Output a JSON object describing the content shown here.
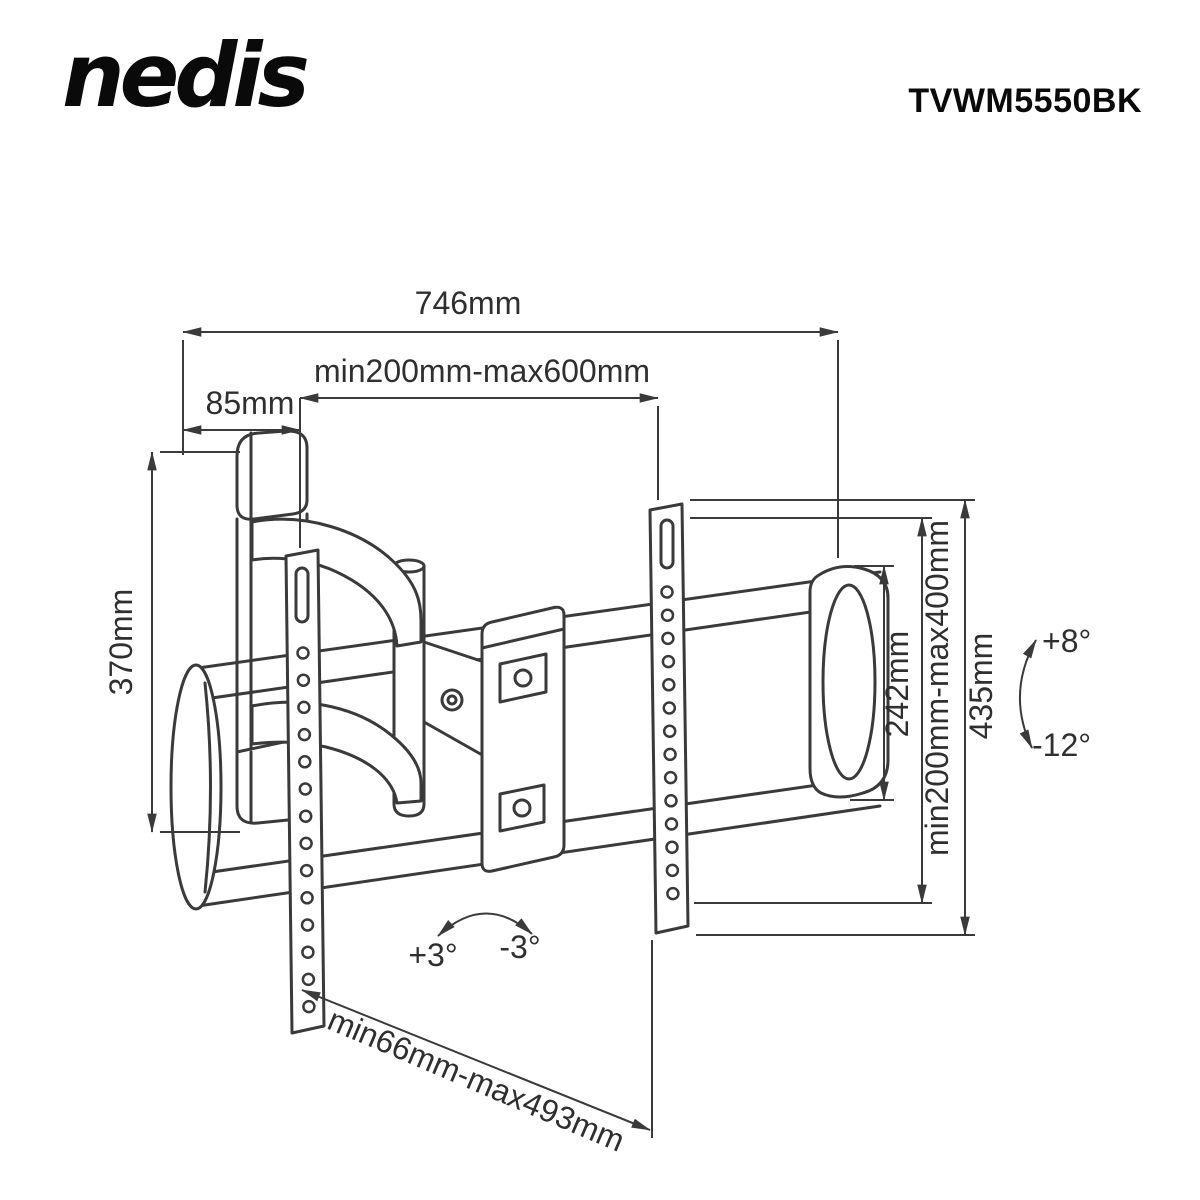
{
  "header": {
    "brand": "nedis",
    "model": "TVWM5550BK"
  },
  "diagram": {
    "labels": {
      "total_width": "746mm",
      "vesa_width_range": "min200mm-max600mm",
      "wall_plate_width": "85mm",
      "wall_plate_height": "370mm",
      "bracket_height": "242mm",
      "vesa_height_range": "min200mm-max400mm",
      "total_height": "435mm",
      "tilt_up": "+8°",
      "tilt_down": "-12°",
      "swivel_plus": "+3°",
      "swivel_minus": "-3°",
      "wall_distance_range": "min66mm-max493mm"
    }
  }
}
